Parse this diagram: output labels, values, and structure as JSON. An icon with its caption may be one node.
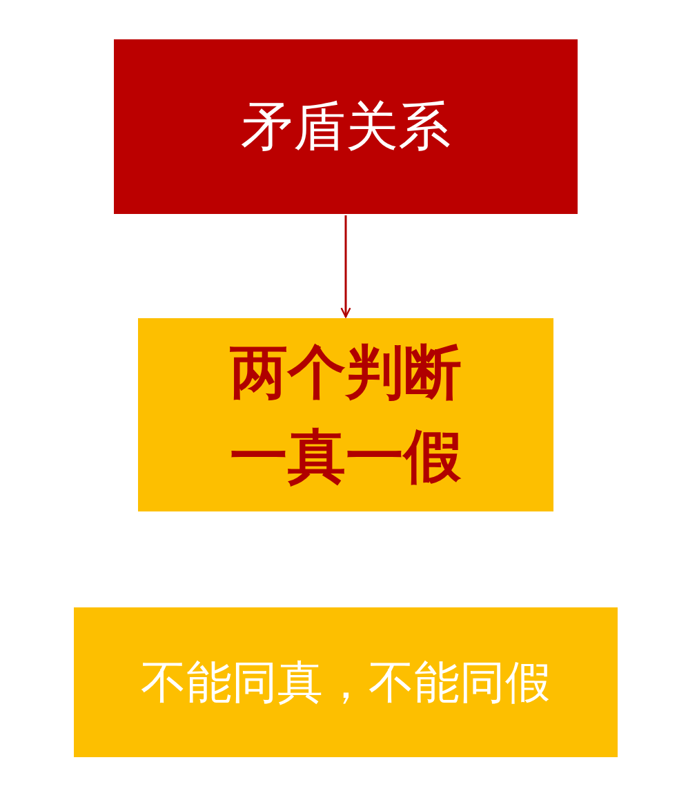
{
  "diagram": {
    "nodes": [
      {
        "text": [
          "矛盾关系"
        ]
      },
      {
        "text": [
          "两个判断一真一假"
        ]
      },
      {
        "text": [
          "不能同真，不能同假"
        ]
      }
    ],
    "edges": [
      {
        "from": 0,
        "to": 1,
        "arrow": "to"
      }
    ]
  }
}
